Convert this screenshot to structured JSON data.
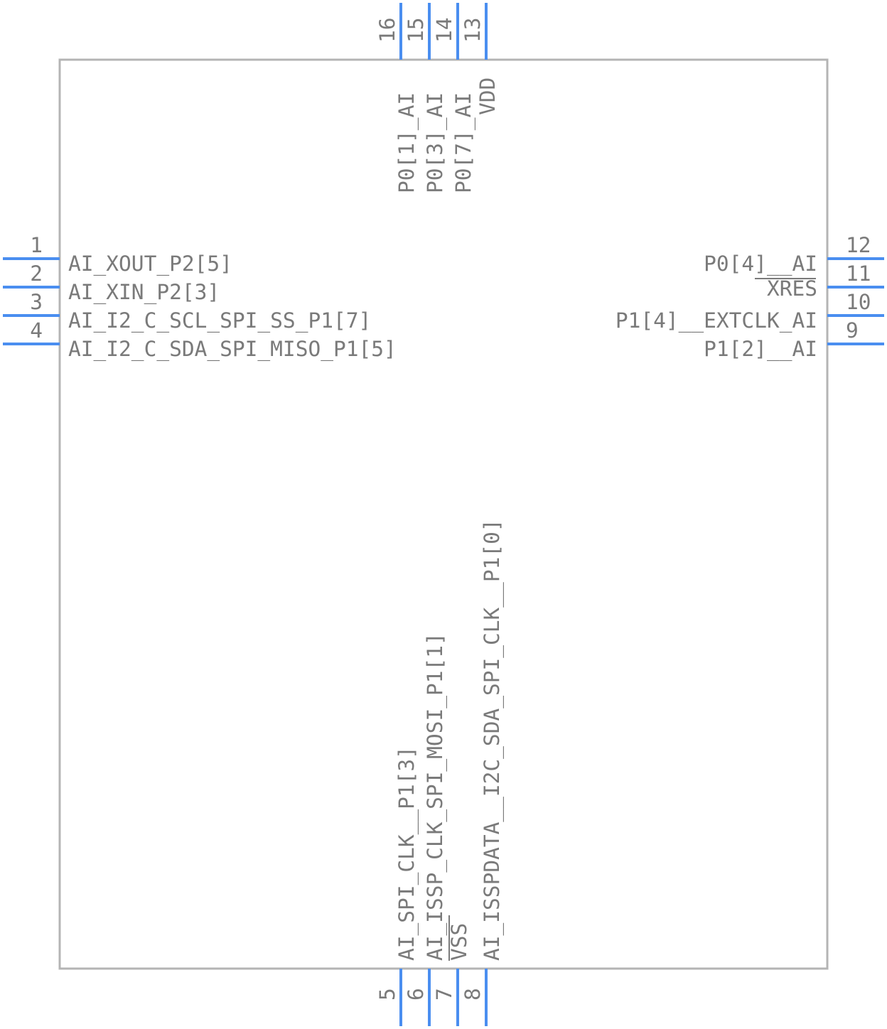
{
  "colors": {
    "body_outline": "#b4b4b4",
    "pin": "#4a8ef0",
    "text": "#7a7a7a"
  },
  "pins": {
    "left": [
      {
        "number": "1",
        "name": "AI_XOUT_P2[5]"
      },
      {
        "number": "2",
        "name": "AI_XIN_P2[3]"
      },
      {
        "number": "3",
        "name": "AI_I2_C_SCL_SPI_SS_P1[7]"
      },
      {
        "number": "4",
        "name": "AI_I2_C_SDA_SPI_MISO_P1[5]"
      }
    ],
    "right": [
      {
        "number": "12",
        "name": "P0[4]__AI"
      },
      {
        "number": "11",
        "name": "XRES",
        "overline": true
      },
      {
        "number": "10",
        "name": "P1[4]__EXTCLK_AI"
      },
      {
        "number": "9",
        "name": "P1[2]__AI"
      }
    ],
    "top": [
      {
        "number": "16",
        "name": "P0[1]_AI"
      },
      {
        "number": "15",
        "name": "P0[3]_AI"
      },
      {
        "number": "14",
        "name": "P0[7]_AI"
      },
      {
        "number": "13",
        "name": "VDD"
      }
    ],
    "bottom": [
      {
        "number": "5",
        "name": "AI_SPI_CLK__P1[3]"
      },
      {
        "number": "6",
        "name": "AI_ISSP_CLK_SPI_MOSI_P1[1]"
      },
      {
        "number": "7",
        "name": "VSS"
      },
      {
        "number": "8",
        "name": "AI_ISSPDATA__I2C_SDA_SPI_CLK__P1[0]"
      }
    ]
  }
}
